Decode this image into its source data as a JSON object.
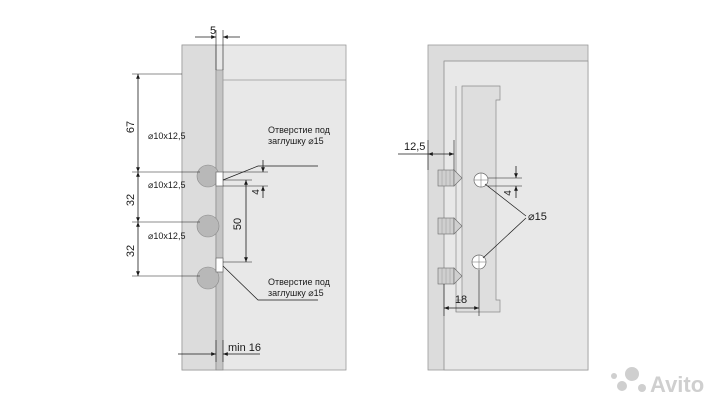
{
  "left_view": {
    "dim_top": "5",
    "dim_67": "67",
    "dim_32_a": "32",
    "dim_32_b": "32",
    "dim_50": "50",
    "dim_4": "4",
    "dim_min16": "min 16",
    "hole_label_1": "⌀10x12,5",
    "hole_label_2": "⌀10x12,5",
    "hole_label_3": "⌀10x12,5",
    "cap_note_top_line1": "Отверстие под",
    "cap_note_top_line2": "заглушку  ⌀15",
    "cap_note_bottom_line1": "Отверстие под",
    "cap_note_bottom_line2": "заглушку  ⌀15"
  },
  "right_view": {
    "dim_12_5": "12,5",
    "dim_4": "4",
    "dim_18": "18",
    "diameter_label": "⌀15"
  },
  "watermark": {
    "text": "Avito",
    "color": "#cfcfcf"
  }
}
